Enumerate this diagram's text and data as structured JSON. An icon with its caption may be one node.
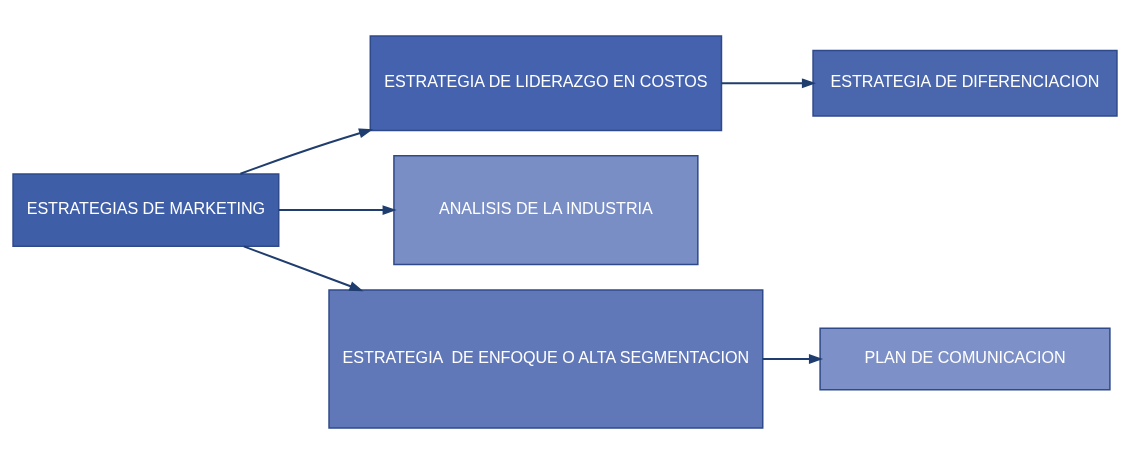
{
  "diagram": {
    "nodes": [
      {
        "text": [
          "ESTRATEGIAS DE MARKETING"
        ]
      },
      {
        "text": [
          "ESTRATEGIA DE LIDERAZGO EN COSTOS"
        ]
      },
      {
        "text": [
          "ESTRATEGIA DE DIFERENCIACION"
        ]
      },
      {
        "text": [
          "ANALISIS DE LA INDUSTRIA"
        ]
      },
      {
        "text": [
          "ESTRATEGIA  DE ENFOQUE O ALTA SEGMENTACION"
        ]
      },
      {
        "text": [
          "PLAN DE COMUNICACION"
        ]
      }
    ],
    "edges": [
      {
        "from": 0,
        "to": 1,
        "arrow": "to"
      },
      {
        "from": 1,
        "to": 2,
        "arrow": "to"
      },
      {
        "from": 0,
        "to": 3,
        "arrow": "to"
      },
      {
        "from": 0,
        "to": 4,
        "arrow": "to"
      },
      {
        "from": 4,
        "to": 5,
        "arrow": "to"
      }
    ]
  }
}
